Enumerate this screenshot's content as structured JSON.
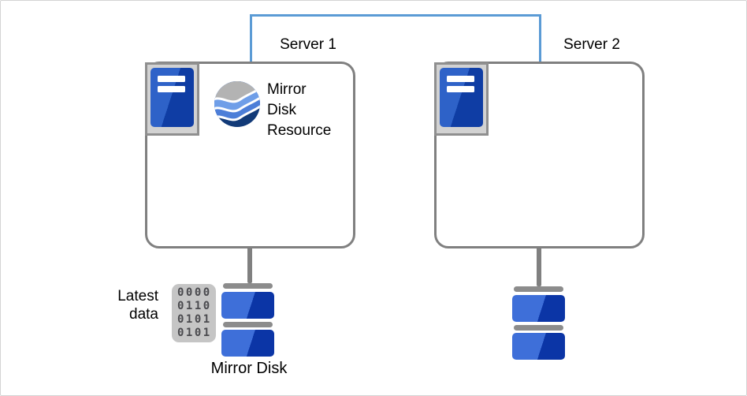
{
  "servers": [
    {
      "label": "Server 1"
    },
    {
      "label": "Server 2"
    }
  ],
  "resource": {
    "icon": "wave-sphere-icon",
    "lines": [
      "Mirror",
      "Disk",
      "Resource"
    ]
  },
  "latest_data": {
    "lines": [
      "Latest",
      "data"
    ],
    "binary_rows": [
      "0000",
      "0110",
      "0101",
      "0101"
    ]
  },
  "mirror_disk_label": "Mirror Disk",
  "colors": {
    "link_blue": "#5b9bd5",
    "box_border": "#808080",
    "icon_frame_bg": "#d2d2d2",
    "icon_frame_border": "#8f8f8f",
    "tower_blue_light": "#2e62c8",
    "tower_blue_dark": "#0f3da4",
    "disk_blue_light": "#3e6fd9",
    "disk_blue_dark": "#0b35a6",
    "disk_bar_gray": "#8c8c8c",
    "connector_gray": "#808080",
    "binary_card_bg": "#c5c5c5",
    "binary_text": "#4a4a4e",
    "wave_gray": "#b3b3b3",
    "wave_blue_light": "#6f9ee8",
    "wave_blue_mid": "#4c7ed8",
    "wave_navy": "#123a78"
  }
}
